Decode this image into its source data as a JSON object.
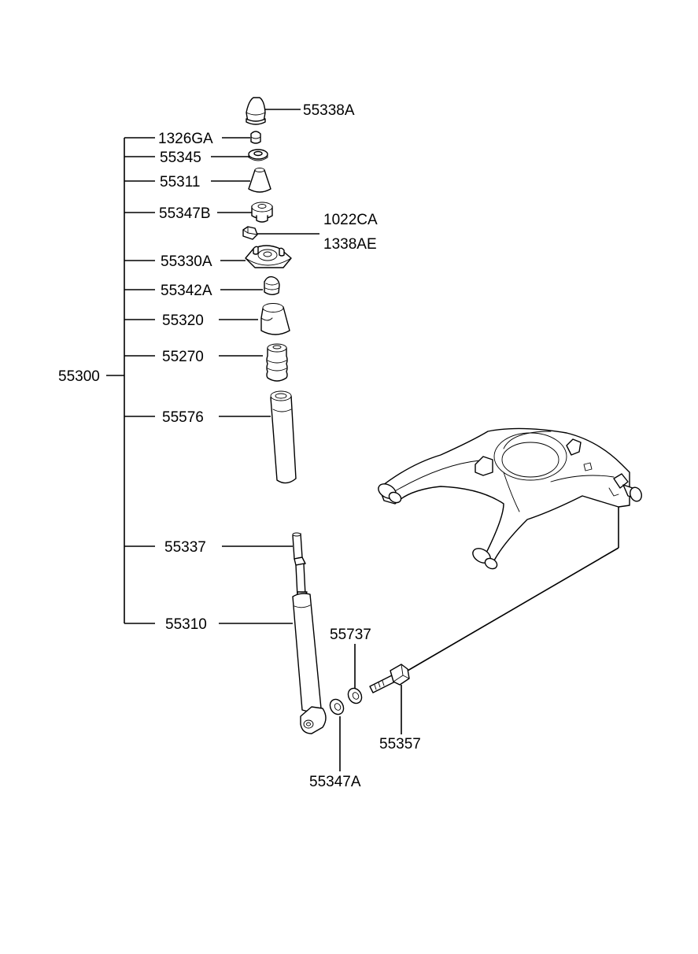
{
  "labels": {
    "assembly": "55300",
    "top_nut": "55338A",
    "nut_1326ga": "1326GA",
    "washer_55345": "55345",
    "bushing_55311": "55311",
    "bushing_55347b": "55347B",
    "nut_1022ca": "1022CA",
    "nut_1338ae": "1338AE",
    "mount_55330a": "55330A",
    "bushing_55342a": "55342A",
    "cap_55320": "55320",
    "bumper_55270": "55270",
    "boot_55576": "55576",
    "rod_55337": "55337",
    "absorber_55310": "55310",
    "washer_55737": "55737",
    "bolt_55357": "55357",
    "washer_55347a": "55347A"
  }
}
